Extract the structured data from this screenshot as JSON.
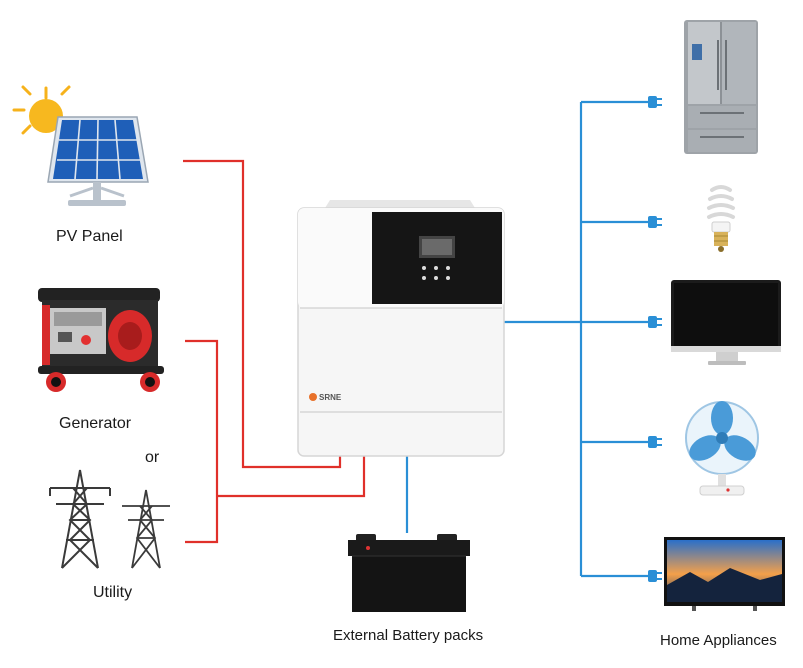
{
  "sources": {
    "pv_panel_label": "PV Panel",
    "generator_label": "Generator",
    "or_label": "or",
    "utility_label": "Utility"
  },
  "inverter": {
    "brand": "SRNE"
  },
  "battery": {
    "label": "External Battery packs"
  },
  "loads": {
    "label": "Home Appliances"
  },
  "colors": {
    "ac_input_wire": "#e0302a",
    "output_wire": "#2a8fd6",
    "battery_wire": "#2a8fd6"
  }
}
